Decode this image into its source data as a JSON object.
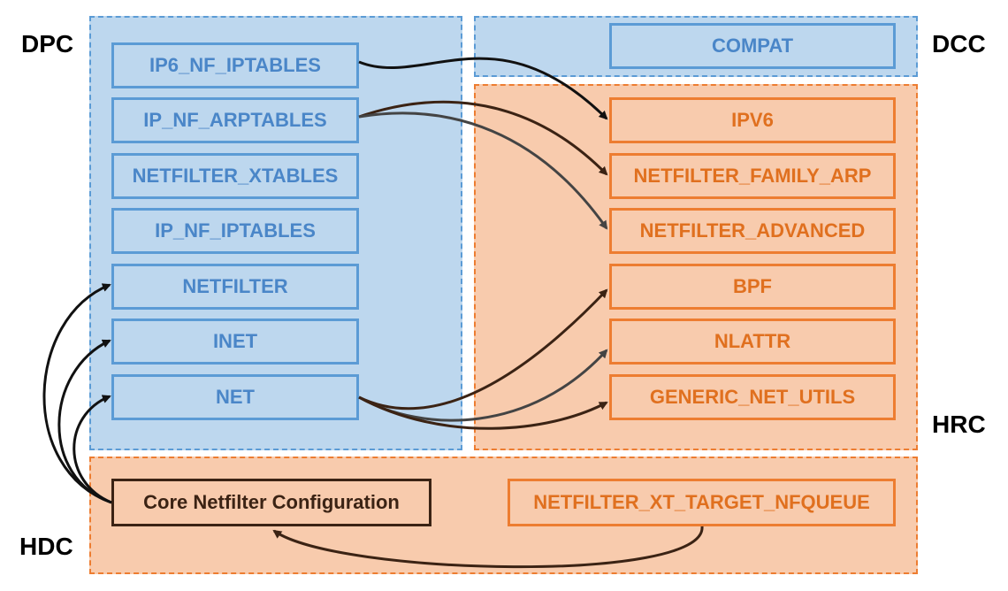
{
  "regions": {
    "dpc": "DPC",
    "dcc": "DCC",
    "hrc": "HRC",
    "hdc": "HDC"
  },
  "dpc_boxes": [
    "IP6_NF_IPTABLES",
    "IP_NF_ARPTABLES",
    "NETFILTER_XTABLES",
    "IP_NF_IPTABLES",
    "NETFILTER",
    "INET",
    "NET"
  ],
  "dcc_boxes": [
    "COMPAT"
  ],
  "hrc_boxes": [
    "IPV6",
    "NETFILTER_FAMILY_ARP",
    "NETFILTER_ADVANCED",
    "BPF",
    "NLATTR",
    "GENERIC_NET_UTILS"
  ],
  "hdc_boxes": {
    "core": "Core Netfilter Configuration",
    "nfqueue": "NETFILTER_XT_TARGET_NFQUEUE"
  },
  "colors": {
    "blue_fill": "#bdd7ee",
    "blue_border": "#5b9bd5",
    "orange_fill": "#f8cbad",
    "orange_border": "#ed7d31",
    "arrow_dark": "#111111",
    "arrow_brown": "#3b2314",
    "arrow_gray": "#444444"
  }
}
